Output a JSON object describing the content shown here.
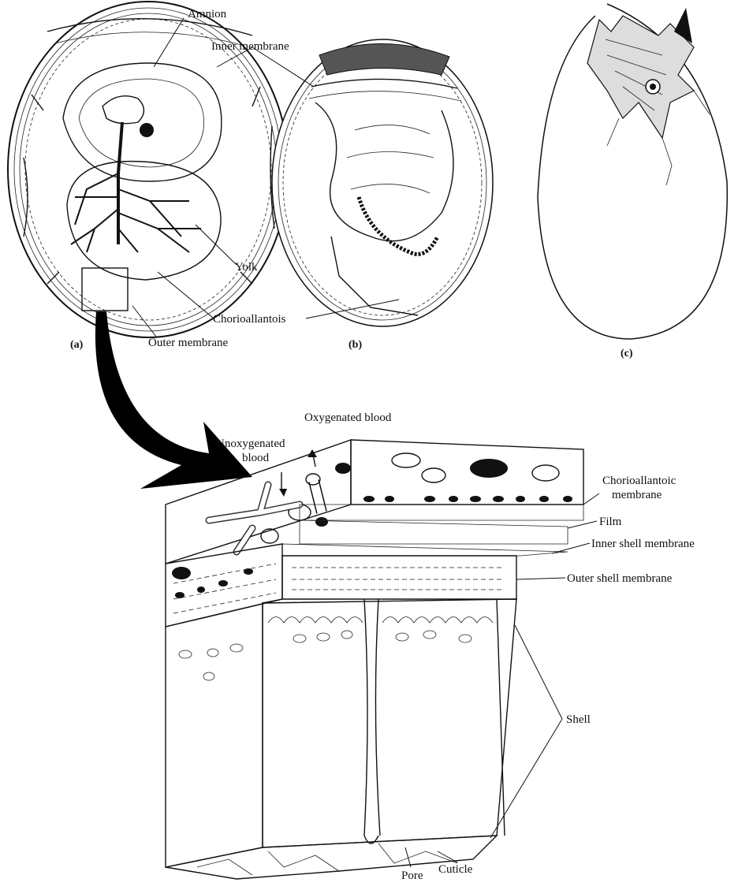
{
  "figure": {
    "panels": [
      "(a)",
      "(b)",
      "(c)"
    ],
    "labels": {
      "amnion": "Amnion",
      "inner_membrane": "Inner membrane",
      "yolk": "Yolk",
      "chorioallantois": "Chorioallantois",
      "outer_membrane": "Outer membrane",
      "oxygenated_blood": "Oxygenated blood",
      "unoxygenated_blood_1": "Unoxygenated",
      "unoxygenated_blood_2": "blood",
      "chorioallantoic_membrane_1": "Chorioallantoic",
      "chorioallantoic_membrane_2": "membrane",
      "film": "Film",
      "inner_shell_membrane": "Inner shell membrane",
      "outer_shell_membrane": "Outer shell membrane",
      "shell": "Shell",
      "pore": "Pore",
      "cuticle": "Cuticle"
    }
  }
}
